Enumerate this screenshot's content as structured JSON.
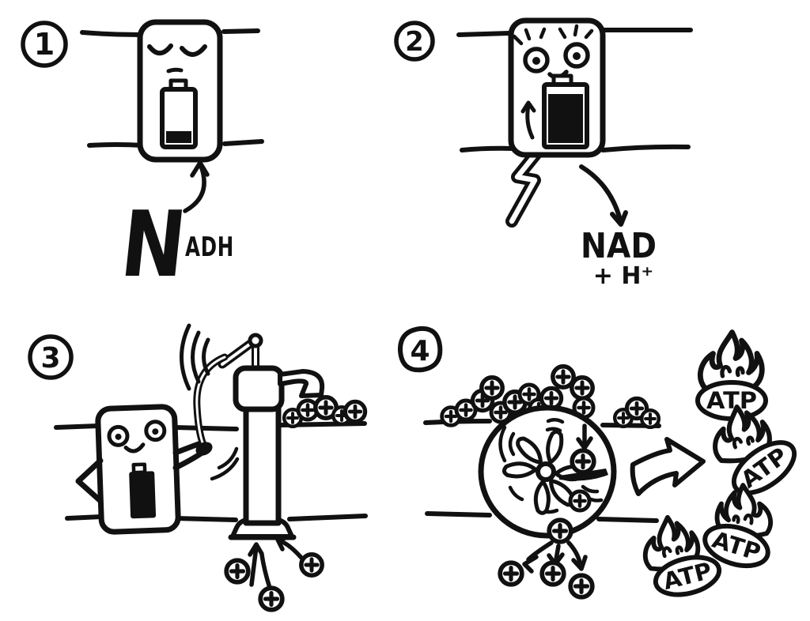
{
  "colors": {
    "ink": "#111111",
    "paper": "#ffffff"
  },
  "panels": [
    {
      "number": "1",
      "labels": {
        "molecule_initial": "N",
        "molecule_rest": "ADH"
      }
    },
    {
      "number": "2",
      "labels": {
        "molecule": "NAD",
        "proton": "+ H⁺"
      }
    },
    {
      "number": "3",
      "labels": {}
    },
    {
      "number": "4",
      "atp_coins": [
        {
          "label": "ATP"
        },
        {
          "label": "ATP"
        },
        {
          "label": "ATP"
        },
        {
          "label": "ATP"
        }
      ]
    }
  ]
}
